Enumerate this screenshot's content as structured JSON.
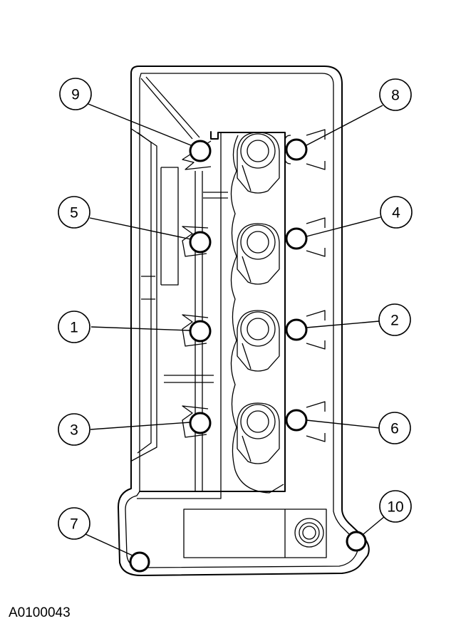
{
  "figure_id": "A0100043",
  "callouts": [
    {
      "label": "9"
    },
    {
      "label": "8"
    },
    {
      "label": "5"
    },
    {
      "label": "4"
    },
    {
      "label": "1"
    },
    {
      "label": "2"
    },
    {
      "label": "3"
    },
    {
      "label": "6"
    },
    {
      "label": "7"
    },
    {
      "label": "10"
    }
  ]
}
